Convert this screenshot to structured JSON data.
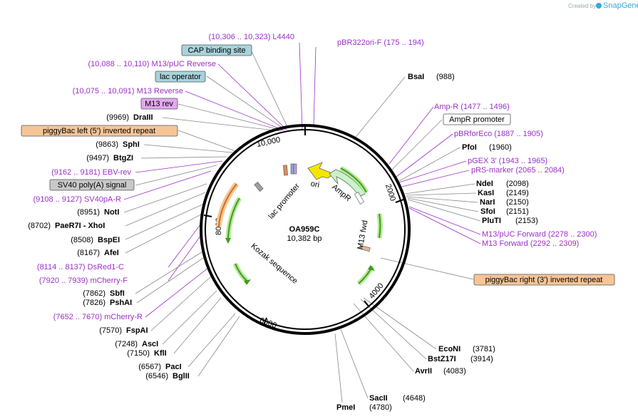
{
  "plasmid": {
    "name": "OA959C",
    "size": "10,382 bp"
  },
  "watermark": {
    "prefix": "Created by",
    "brand": "SnapGene"
  },
  "colors": {
    "primer": "#9b30c8",
    "feature_promoter": "#a8d3dc",
    "feature_orange": "#f6c596",
    "feature_gray": "#c8c8c8",
    "feature_violet": "#e3a7f0",
    "arrow_green": "#3f9c1f",
    "ori_yellow": "#f5e600",
    "ampr": "#c8f4c8"
  },
  "ticks": [
    "10,000",
    "2000",
    "4000",
    "6000",
    "8000"
  ],
  "left_labels": [
    {
      "text": "(10,306 .. 10,323)  L4440",
      "kind": "primer"
    },
    {
      "text": "CAP binding site",
      "kind": "box",
      "style": "promoter"
    },
    {
      "text": "(10,088 .. 10,110)  M13/pUC Reverse",
      "kind": "primer"
    },
    {
      "text": "lac operator",
      "kind": "box",
      "style": "promoter"
    },
    {
      "text": "(10,075 .. 10,091)  M13 Reverse",
      "kind": "primer"
    },
    {
      "text": "M13 rev",
      "kind": "box",
      "style": "violet"
    },
    {
      "pos": "(9969)",
      "name": "DraIII",
      "kind": "enzyme"
    },
    {
      "text": "piggyBac left (5') inverted repeat",
      "kind": "box",
      "style": "orange"
    },
    {
      "pos": "(9863)",
      "name": "SphI",
      "kind": "enzyme"
    },
    {
      "pos": "(9497)",
      "name": "BtgZI",
      "kind": "enzyme"
    },
    {
      "text": "(9162 .. 9181)  EBV-rev",
      "kind": "primer"
    },
    {
      "text": "SV40 poly(A) signal",
      "kind": "box",
      "style": "gray"
    },
    {
      "text": "(9108 .. 9127)  SV40pA-R",
      "kind": "primer"
    },
    {
      "pos": "(8951)",
      "name": "NotI",
      "kind": "enzyme"
    },
    {
      "pos": "(8702)",
      "name": "PaeR7I - XhoI",
      "kind": "enzyme"
    },
    {
      "pos": "(8508)",
      "name": "BspEI",
      "kind": "enzyme"
    },
    {
      "pos": "(8167)",
      "name": "AfeI",
      "kind": "enzyme"
    },
    {
      "text": "(8114 .. 8137)  DsRed1-C",
      "kind": "primer"
    },
    {
      "text": "(7920 .. 7939)  mCherry-F",
      "kind": "primer"
    },
    {
      "pos": "(7862)",
      "name": "SbfI",
      "kind": "enzyme"
    },
    {
      "pos": "(7826)",
      "name": "PshAI",
      "kind": "enzyme"
    },
    {
      "text": "(7652 .. 7670)  mCherry-R",
      "kind": "primer"
    },
    {
      "pos": "(7570)",
      "name": "FspAI",
      "kind": "enzyme"
    },
    {
      "pos": "(7248)",
      "name": "AscI",
      "kind": "enzyme"
    },
    {
      "pos": "(7150)",
      "name": "KflI",
      "kind": "enzyme"
    },
    {
      "pos": "(6567)",
      "name": "PacI",
      "kind": "enzyme"
    },
    {
      "pos": "(6546)",
      "name": "BglII",
      "kind": "enzyme"
    }
  ],
  "right_labels": [
    {
      "text": "pBR322ori-F    (175 .. 194)",
      "kind": "primer"
    },
    {
      "name": "BsaI",
      "pos": "(988)",
      "kind": "enzyme"
    },
    {
      "text": "Amp-R    (1477 .. 1496)",
      "kind": "primer"
    },
    {
      "text": "AmpR promoter",
      "kind": "box",
      "style": "white"
    },
    {
      "text": "pBRforEco    (1887 .. 1905)",
      "kind": "primer"
    },
    {
      "name": "PfoI",
      "pos": "(1960)",
      "kind": "enzyme"
    },
    {
      "text": "pGEX 3'    (1943 .. 1965)",
      "kind": "primer"
    },
    {
      "text": "pRS-marker    (2065 .. 2084)",
      "kind": "primer"
    },
    {
      "name": "NdeI",
      "pos": "(2098)",
      "kind": "enzyme"
    },
    {
      "name": "KasI",
      "pos": "(2149)",
      "kind": "enzyme"
    },
    {
      "name": "NarI",
      "pos": "(2150)",
      "kind": "enzyme"
    },
    {
      "name": "SfoI",
      "pos": "(2151)",
      "kind": "enzyme"
    },
    {
      "name": "PluTI",
      "pos": "(2153)",
      "kind": "enzyme"
    },
    {
      "text": "M13/pUC Forward    (2278 .. 2300)",
      "kind": "primer"
    },
    {
      "text": "M13 Forward    (2292 .. 2309)",
      "kind": "primer"
    },
    {
      "text": "piggyBac right (3') inverted repeat",
      "kind": "box",
      "style": "orange"
    },
    {
      "name": "EcoNI",
      "pos": "(3781)",
      "kind": "enzyme"
    },
    {
      "name": "BstZ17I",
      "pos": "(3914)",
      "kind": "enzyme"
    },
    {
      "name": "AvrII",
      "pos": "(4083)",
      "kind": "enzyme"
    },
    {
      "name": "SacII",
      "pos": "(4648)",
      "kind": "enzyme"
    },
    {
      "name": "PmeI",
      "pos": "(4780)",
      "kind": "enzyme"
    }
  ],
  "inner_labels": [
    "lac promoter",
    "ori",
    "AmpR",
    "M13 fwd",
    "Kozak sequence"
  ]
}
